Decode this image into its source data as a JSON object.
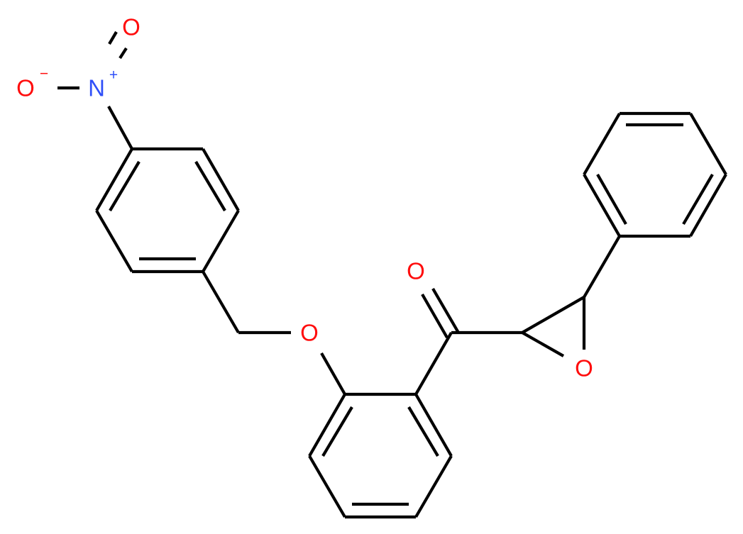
{
  "diagram": {
    "type": "chemical-structure",
    "colors": {
      "bond": "#000000",
      "oxygen": "#ff0d0d",
      "nitrogen": "#3050f8",
      "background": "#ffffff"
    },
    "atoms": {
      "nitro_o_top": "O",
      "nitro_o_left": "O",
      "nitro_o_left_charge": "−",
      "nitro_n": "N",
      "nitro_n_charge": "+",
      "ether_o": "O",
      "carbonyl_o": "O",
      "epoxide_o": "O"
    }
  }
}
